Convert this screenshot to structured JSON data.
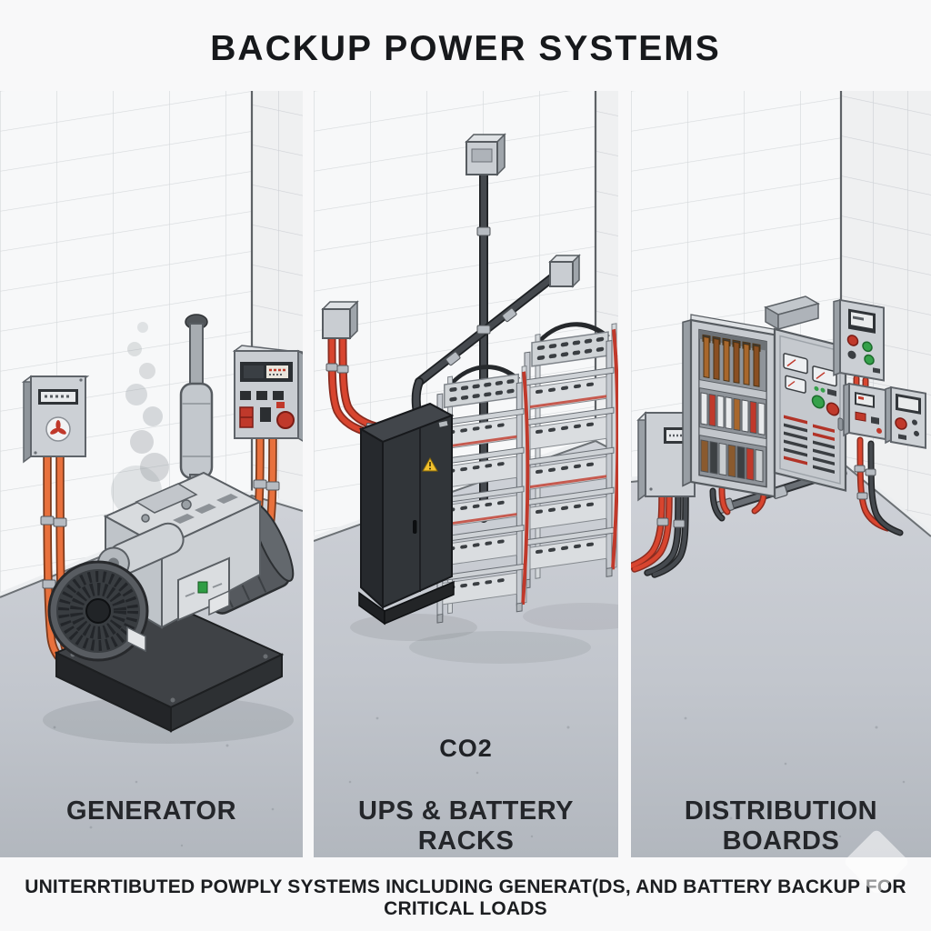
{
  "title": "BACKUP POWER SYSTEMS",
  "caption": "UNITERRTIBUTED POWPLY SYSTEMS INCLUDING GENERAT(DS, AND BATTERY BACKUP FOR CRITICAL LOADS",
  "panels": {
    "generator": {
      "label": "GENERATOR"
    },
    "ups": {
      "label": "UPS & BATTERY RACKS",
      "floor_text": "CO2"
    },
    "distribution": {
      "label": "DISTRIBUTION BOARDS"
    }
  },
  "colors": {
    "conduit_orange": "#e8703f",
    "conduit_dark": "#45494e",
    "cable_red": "#c0392b",
    "warning_yellow": "#f2c12e",
    "indicator_green": "#35a14a",
    "alert_red": "#c0392b",
    "floor_gray": "#c2c6cd",
    "wall_white": "#f7f8f9"
  }
}
